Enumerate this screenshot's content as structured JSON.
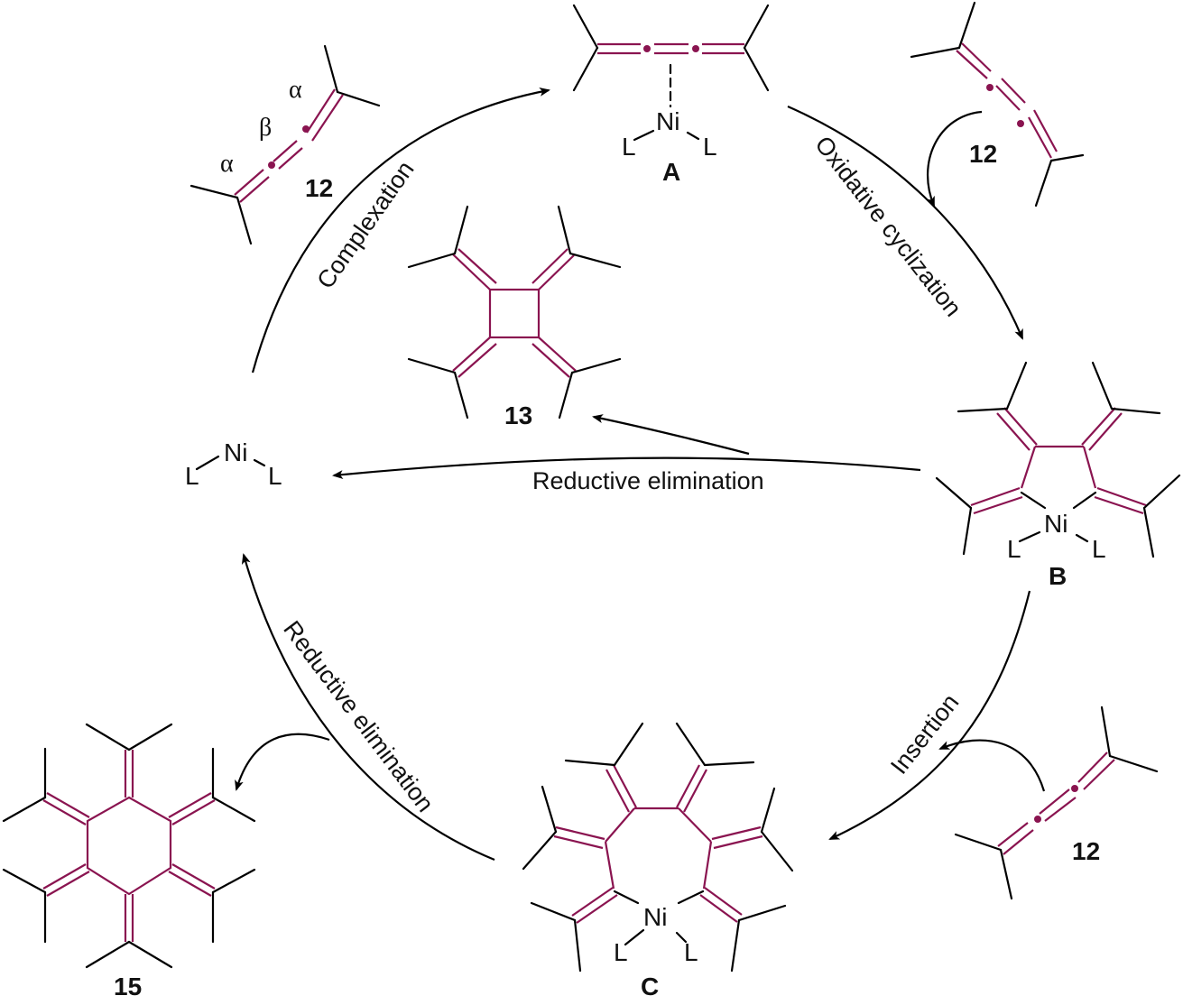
{
  "diagram": {
    "type": "catalytic-cycle",
    "colors": {
      "accent_bond": "#8a1450",
      "ink": "#000000"
    },
    "steps": {
      "complexation": "Complexation",
      "oxidative_cyclization": "Oxidative cyclization",
      "reductive_elimination_top": "Reductive elimination",
      "insertion": "Insertion",
      "reductive_elimination_bottom": "Reductive elimination"
    },
    "species": {
      "catalyst": {
        "metal": "Ni",
        "ligand": "L"
      },
      "A": {
        "label": "A",
        "metal": "Ni",
        "ligand": "L"
      },
      "B": {
        "label": "B",
        "metal": "Ni",
        "ligand": "L"
      },
      "C": {
        "label": "C",
        "metal": "Ni",
        "ligand": "L"
      }
    },
    "substrate": {
      "label": "12",
      "alpha": "α",
      "beta": "β"
    },
    "products": {
      "dimer": "13",
      "trimer": "15"
    }
  }
}
